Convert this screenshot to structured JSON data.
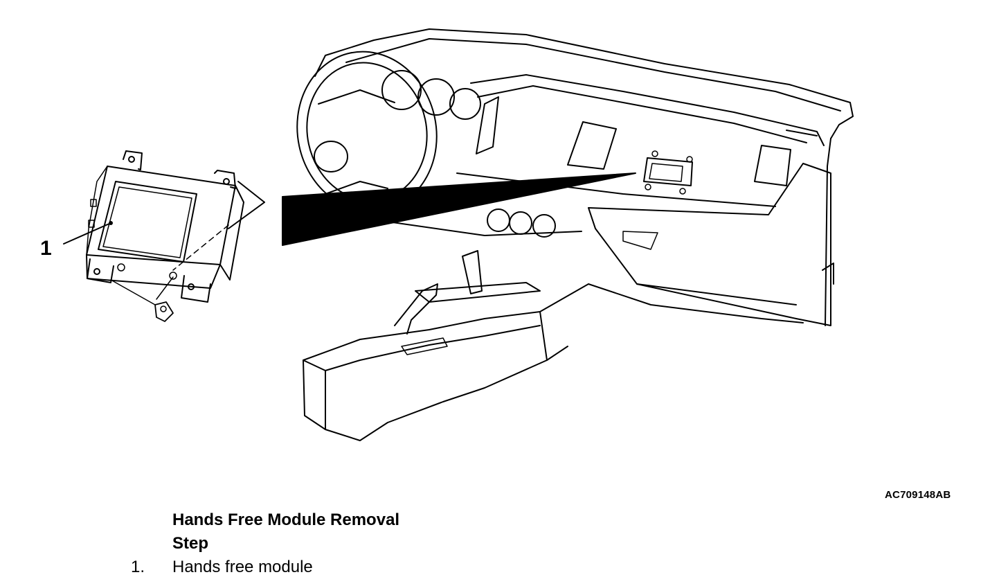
{
  "figure": {
    "callout_number": "1",
    "figure_code": "AC709148AB"
  },
  "caption": {
    "title": "Hands Free Module Removal",
    "step_heading": "Step",
    "steps": [
      {
        "number": "1.",
        "label": "Hands free module"
      }
    ]
  },
  "colors": {
    "line": "#000000",
    "background": "#ffffff"
  }
}
